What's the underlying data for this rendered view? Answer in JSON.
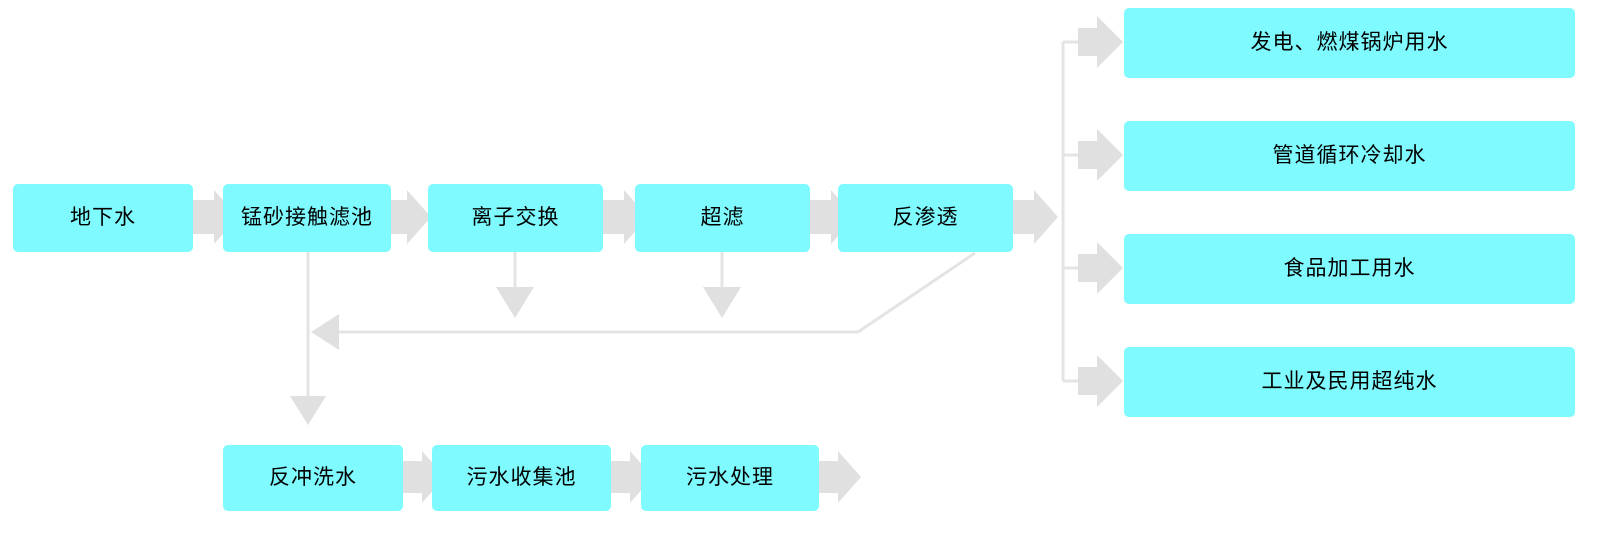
{
  "diagram": {
    "title": "",
    "palette": {
      "node_fill": "#7FFBFF",
      "node_text": "#000000",
      "connector": "#E4E4E4",
      "arrow": "#E0E0E0",
      "background": "#FFFFFF"
    },
    "main_process": [
      {
        "id": "groundwater",
        "label": "地下水"
      },
      {
        "id": "manganese-sand-filter",
        "label": "锰砂接触滤池"
      },
      {
        "id": "ion-exchange",
        "label": "离子交换"
      },
      {
        "id": "ultrafiltration",
        "label": "超滤"
      },
      {
        "id": "reverse-osmosis",
        "label": "反渗透"
      }
    ],
    "outputs": [
      {
        "id": "power-boiler-water",
        "label": "发电、燃煤锅炉用水"
      },
      {
        "id": "pipeline-cooling-water",
        "label": "管道循环冷却水"
      },
      {
        "id": "food-processing-water",
        "label": "食品加工用水"
      },
      {
        "id": "industrial-ultrapure-water",
        "label": "工业及民用超纯水"
      }
    ],
    "waste_chain": [
      {
        "id": "backwash-water",
        "label": "反冲洗水"
      },
      {
        "id": "wastewater-collection-tank",
        "label": "污水收集池"
      },
      {
        "id": "wastewater-treatment",
        "label": "污水处理"
      }
    ]
  }
}
